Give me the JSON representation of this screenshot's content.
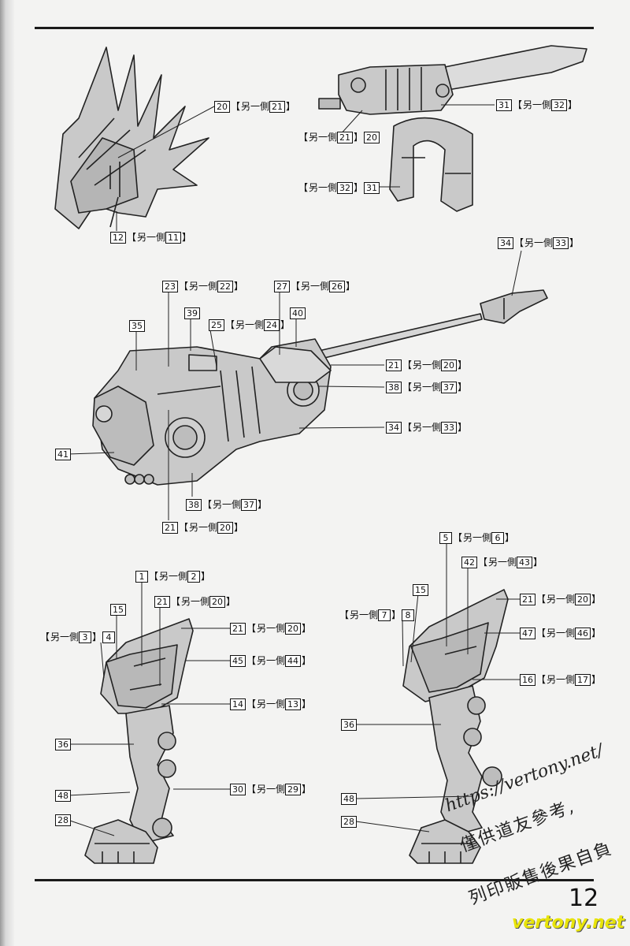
{
  "page_number": "12",
  "labels": {
    "head_a": {
      "n1": "20",
      "t": "另一側",
      "n2": "21"
    },
    "head_b": {
      "n1": "12",
      "t": "另一側",
      "n2": "11"
    },
    "sword_a": {
      "n1": "31",
      "t": "另一側",
      "n2": "32"
    },
    "sword_b": {
      "t": "另一側",
      "n2": "21",
      "n1": "20"
    },
    "sword_c": {
      "t": "另一側",
      "n2": "32",
      "n1": "31"
    },
    "body_34top": {
      "n1": "34",
      "t": "另一側",
      "n2": "33"
    },
    "body_23": {
      "n1": "23",
      "t": "另一側",
      "n2": "22"
    },
    "body_27": {
      "n1": "27",
      "t": "另一側",
      "n2": "26"
    },
    "body_35": {
      "n1": "35"
    },
    "body_39": {
      "n1": "39"
    },
    "body_25": {
      "n1": "25",
      "t": "另一側",
      "n2": "24"
    },
    "body_40": {
      "n1": "40"
    },
    "body_21r": {
      "n1": "21",
      "t": "另一側",
      "n2": "20"
    },
    "body_38r": {
      "n1": "38",
      "t": "另一側",
      "n2": "37"
    },
    "body_34r": {
      "n1": "34",
      "t": "另一側",
      "n2": "33"
    },
    "body_41": {
      "n1": "41"
    },
    "body_38b": {
      "n1": "38",
      "t": "另一側",
      "n2": "37"
    },
    "body_21b": {
      "n1": "21",
      "t": "另一側",
      "n2": "20"
    },
    "legL_1": {
      "n1": "1",
      "t": "另一側",
      "n2": "2"
    },
    "legL_21a": {
      "n1": "21",
      "t": "另一側",
      "n2": "20"
    },
    "legL_15": {
      "n1": "15"
    },
    "legL_4": {
      "t": "另一側",
      "n2": "3",
      "n1": "4"
    },
    "legL_21b": {
      "n1": "21",
      "t": "另一側",
      "n2": "20"
    },
    "legL_45": {
      "n1": "45",
      "t": "另一側",
      "n2": "44"
    },
    "legL_14": {
      "n1": "14",
      "t": "另一側",
      "n2": "13"
    },
    "legL_36": {
      "n1": "36"
    },
    "legL_48": {
      "n1": "48"
    },
    "legL_30": {
      "n1": "30",
      "t": "另一側",
      "n2": "29"
    },
    "legL_28": {
      "n1": "28"
    },
    "legR_5": {
      "n1": "5",
      "t": "另一側",
      "n2": "6"
    },
    "legR_42": {
      "n1": "42",
      "t": "另一側",
      "n2": "43"
    },
    "legR_15": {
      "n1": "15"
    },
    "legR_8": {
      "t": "另一側",
      "n2": "7",
      "n1": "8"
    },
    "legR_21": {
      "n1": "21",
      "t": "另一側",
      "n2": "20"
    },
    "legR_47": {
      "n1": "47",
      "t": "另一側",
      "n2": "46"
    },
    "legR_16": {
      "n1": "16",
      "t": "另一側",
      "n2": "17"
    },
    "legR_36": {
      "n1": "36"
    },
    "legR_48": {
      "n1": "48"
    },
    "legR_28": {
      "n1": "28"
    }
  },
  "watermark": {
    "url": "https://vertony.net/",
    "line2": "僅供道友參考,",
    "line3": "列印販售後果自負",
    "brand": "vertony.net"
  },
  "bracket_open": "【",
  "bracket_close": "】"
}
